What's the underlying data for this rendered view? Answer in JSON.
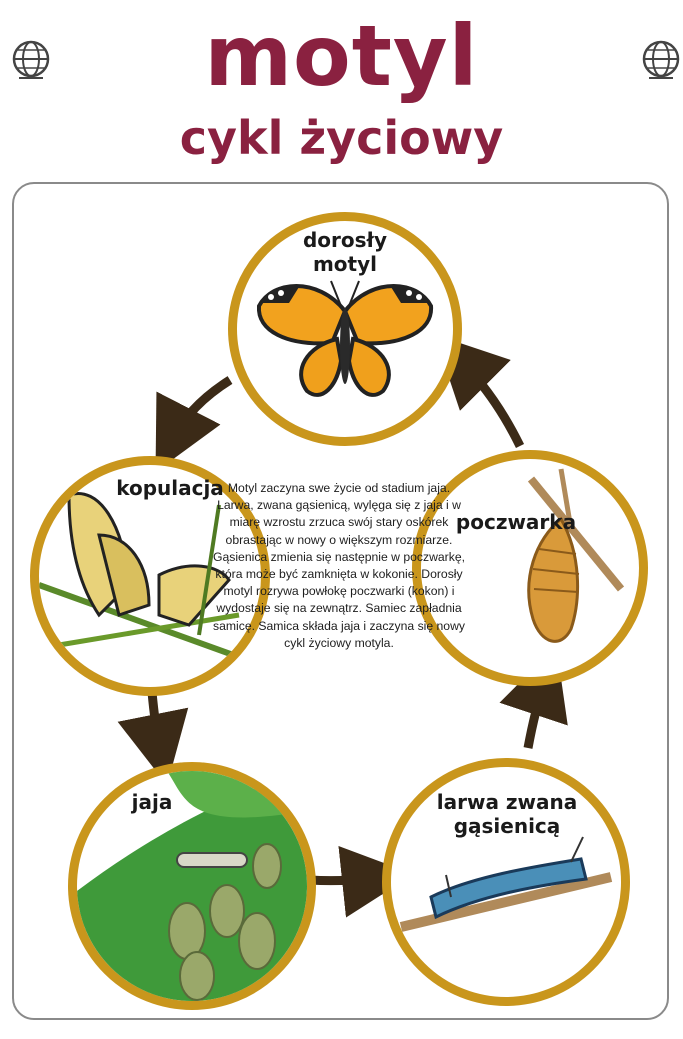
{
  "header": {
    "title": "motyl",
    "subtitle": "cykl życiowy",
    "icon_left": "globe-icon",
    "icon_right": "globe-icon"
  },
  "stages": {
    "adult": "dorosły motyl",
    "mating": "kopulacja",
    "pupa": "poczwarka",
    "eggs": "jaja",
    "larva": "larwa zwana gąsienicą"
  },
  "description": "Motyl zaczyna swe życie od stadium jaja. Larwa, zwana gąsienicą, wylęga się z jaja i w miarę wzrostu zrzuca swój stary oskórek obrastając w nowy o większym rozmiarze. Gąsienica zmienia się następnie w poczwarkę, która może być zamknięta w kokonie. Dorosły motyl rozrywa powłokę poczwarki (kokon) i wydostaje się na zewnątrz. Samiec zapładnia samicę. Samica składa jaja i zaczyna się nowy cykl życiowy motyla.",
  "colors": {
    "title": "#8a2140",
    "ring": "#c9961c",
    "arrow": "#3b2a17"
  }
}
